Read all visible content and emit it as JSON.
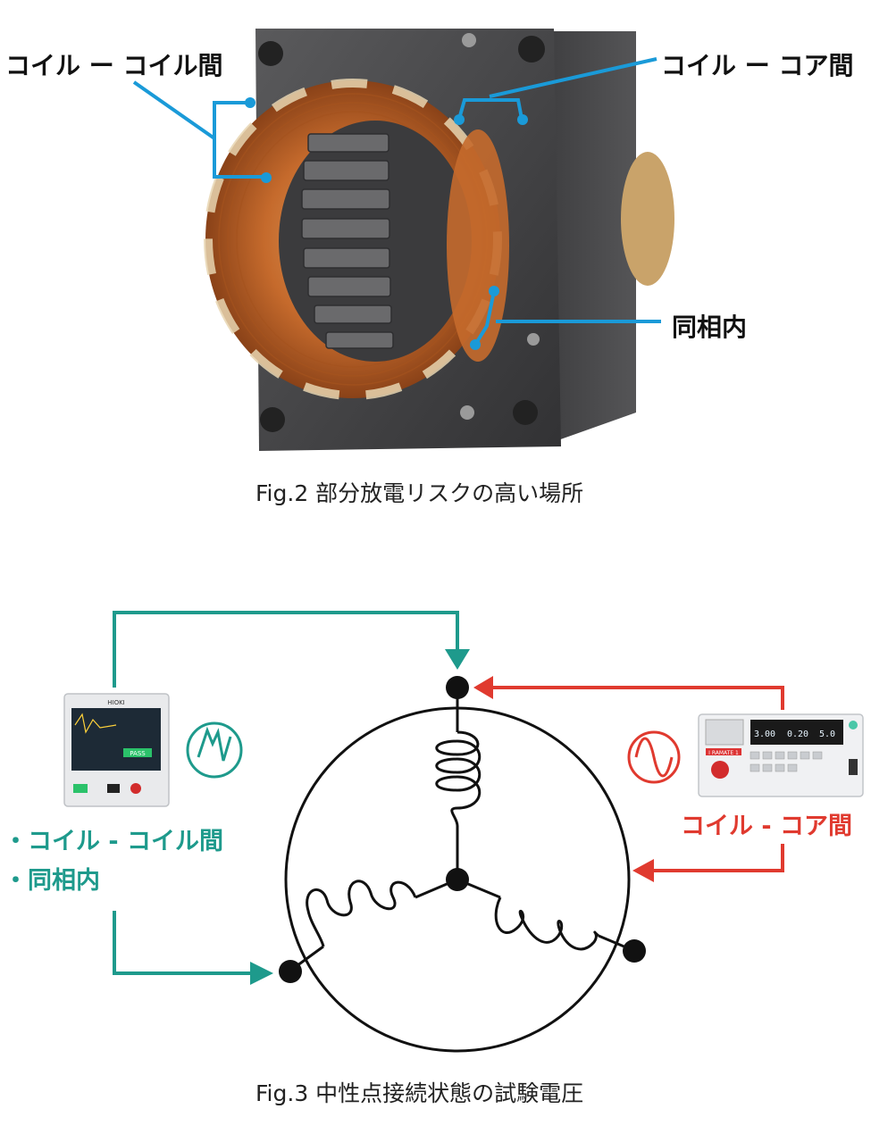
{
  "fig2": {
    "caption": "Fig.2 部分放電リスクの高い場所",
    "labels": {
      "coil_coil": "コイル ー コイル間",
      "coil_core": "コイル ー コア間",
      "same_phase": "同相内"
    }
  },
  "fig3": {
    "caption": "Fig.3 中性点接続状態の試験電圧",
    "left_items": [
      "・コイル - コイル間",
      "・同相内"
    ],
    "right_label": "コイル - コア間",
    "left_device_brand": "HIOKI",
    "right_device_badge": "I RAMATE 1",
    "right_device_readout": [
      "3.00",
      "0.20",
      "5.0"
    ],
    "left_device_status": "PASS"
  },
  "colors": {
    "teal": "#1e9a8c",
    "red": "#e03a2f",
    "blue": "#1a9ad8",
    "copper": "#c56a2c",
    "core": "#4a4a4c"
  }
}
